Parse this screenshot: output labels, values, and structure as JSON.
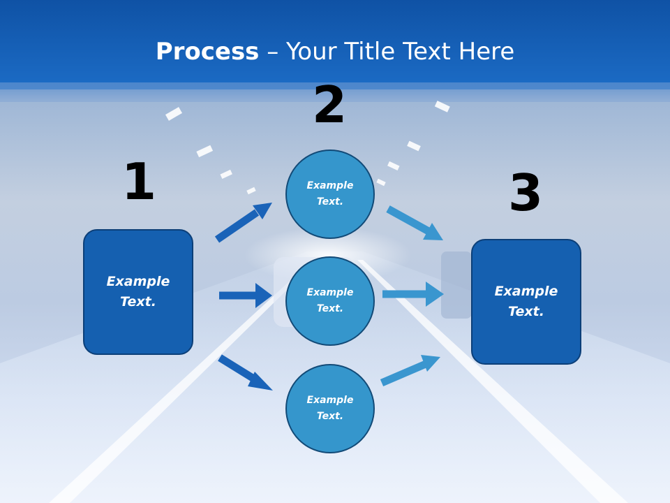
{
  "slide": {
    "title_bold": "Process",
    "title_rest": " – Your Title Text Here",
    "steps": [
      {
        "number": "1",
        "label": "Example\nText."
      },
      {
        "number": "2",
        "items": [
          {
            "label": "Example\nText."
          },
          {
            "label": "Example\nText."
          },
          {
            "label": "Example\nText."
          }
        ]
      },
      {
        "number": "3",
        "label": "Example\nText."
      }
    ]
  },
  "colors": {
    "header_blue": "#1462b8",
    "box_blue": "#1560b0",
    "circle_blue": "#3596cc",
    "arrow_dark": "#1a63b8",
    "arrow_light": "#3a96cf"
  }
}
